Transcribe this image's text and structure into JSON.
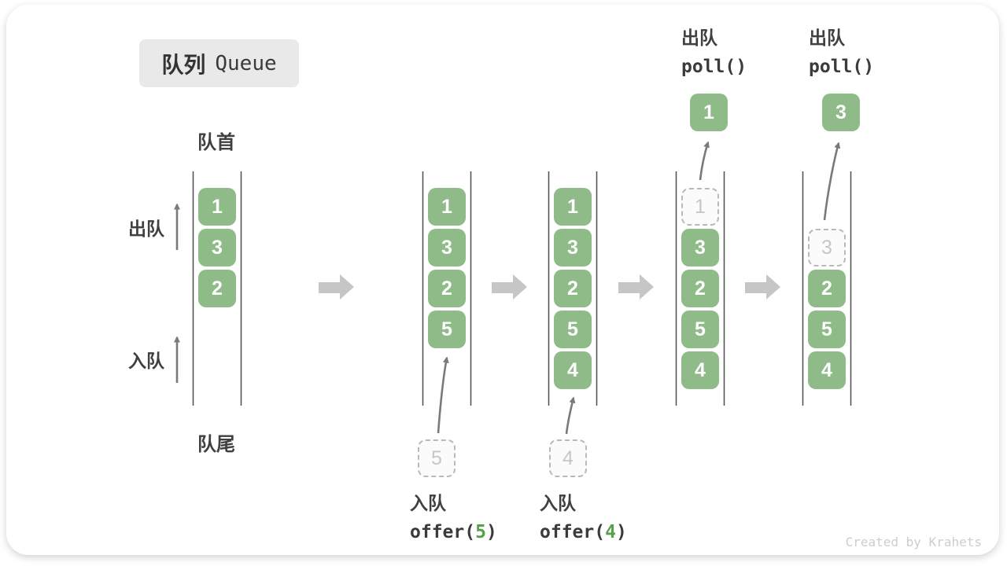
{
  "title": {
    "zh": "队列",
    "en": "Queue"
  },
  "labels": {
    "front": "队首",
    "rear": "队尾",
    "dequeue_side": "出队",
    "enqueue_side": "入队"
  },
  "colors": {
    "item_green": "#8ebb88",
    "code_arg_green": "#56a04c",
    "title_bg": "#e9e9e9",
    "ghost_border": "#b9b9b9",
    "ghost_text": "#c6c6c6",
    "flow_arrow_gray": "#c6c6c6",
    "thin_arrow_gray": "#7a7a7a",
    "wall_line": "#4f4f4f"
  },
  "queues": [
    {
      "name": "state-initial",
      "slots": [
        {
          "slot": 0,
          "value": "1"
        },
        {
          "slot": 1,
          "value": "3"
        },
        {
          "slot": 2,
          "value": "2"
        }
      ]
    },
    {
      "name": "state-after-offer-5",
      "slots": [
        {
          "slot": 0,
          "value": "1"
        },
        {
          "slot": 1,
          "value": "3"
        },
        {
          "slot": 2,
          "value": "2"
        },
        {
          "slot": 3,
          "value": "5"
        }
      ],
      "incoming": {
        "value": "5"
      }
    },
    {
      "name": "state-after-offer-4",
      "slots": [
        {
          "slot": 0,
          "value": "1"
        },
        {
          "slot": 1,
          "value": "3"
        },
        {
          "slot": 2,
          "value": "2"
        },
        {
          "slot": 3,
          "value": "5"
        },
        {
          "slot": 4,
          "value": "4"
        }
      ],
      "incoming": {
        "value": "4"
      }
    },
    {
      "name": "state-after-poll-1",
      "slots": [
        {
          "slot": 0,
          "value": "1",
          "ghost": true
        },
        {
          "slot": 1,
          "value": "3"
        },
        {
          "slot": 2,
          "value": "2"
        },
        {
          "slot": 3,
          "value": "5"
        },
        {
          "slot": 4,
          "value": "4"
        }
      ],
      "outgoing": {
        "value": "1"
      }
    },
    {
      "name": "state-after-poll-3",
      "slots": [
        {
          "slot": 1,
          "value": "3",
          "ghost": true
        },
        {
          "slot": 2,
          "value": "2"
        },
        {
          "slot": 3,
          "value": "5"
        },
        {
          "slot": 4,
          "value": "4"
        }
      ],
      "outgoing": {
        "value": "3"
      }
    }
  ],
  "poll_ops": [
    {
      "zh": "出队",
      "code": "poll()"
    },
    {
      "zh": "出队",
      "code": "poll()"
    }
  ],
  "offer_ops": [
    {
      "zh": "入队",
      "code_before": "offer(",
      "arg": "5",
      "code_after": ")"
    },
    {
      "zh": "入队",
      "code_before": "offer(",
      "arg": "4",
      "code_after": ")"
    }
  ],
  "watermark": "Created by Krahets"
}
